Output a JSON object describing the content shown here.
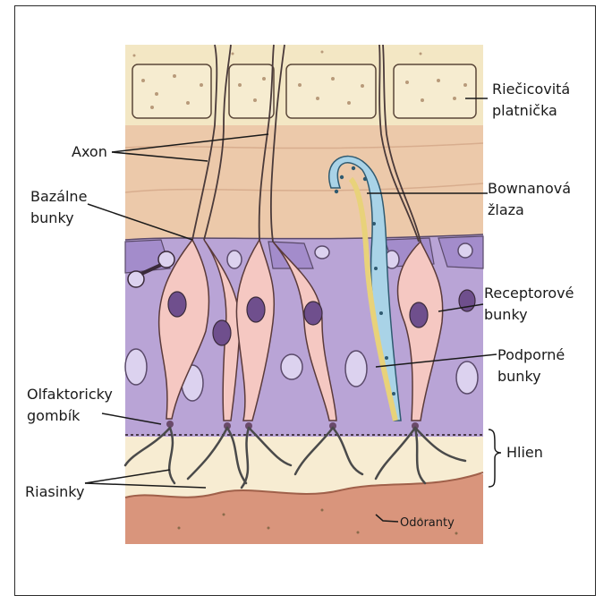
{
  "labels": {
    "cribriform_l1": "Riečicovitá",
    "cribriform_l2": "platnička",
    "axon": "Axon",
    "basal_l1": "Bazálne",
    "basal_l2": "bunky",
    "bowman_l1": "Bownanová",
    "bowman_l2": "žlaza",
    "receptor_l1": "Receptorové",
    "receptor_l2": "bunky",
    "support_l1": "Podporné",
    "support_l2": "bunky",
    "knob_l1": "Olfaktoricky",
    "knob_l2": "gombík",
    "mucus": "Hlien",
    "cilia": "Riasinky",
    "odorants": "Odoranty"
  },
  "colors": {
    "bone": "#f3e7c4",
    "bone_speckle": "#b89a7a",
    "lamina": "#ecc9aa",
    "epithelium": "#b9a4d6",
    "epithelium_dark": "#9c84c2",
    "receptor": "#f5c8c2",
    "nucleus": "#6f4f8d",
    "gland": "#a9d3e7",
    "duct": "#e8d27a",
    "mucus": "#f7ecd2",
    "odorant_layer": "#d9957c",
    "outline": "#3a2a2a"
  }
}
